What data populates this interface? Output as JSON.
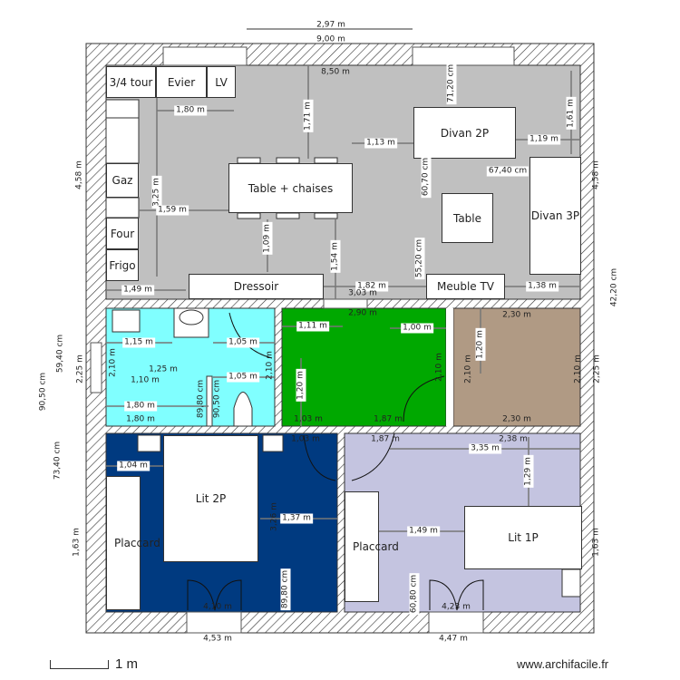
{
  "colors": {
    "living": "#c0c0c0",
    "bathroom": "#80ffff",
    "office": "#00a800",
    "room_brown": "#b09a84",
    "bedroom_2p": "#003a80",
    "bedroom_1p": "#c4c4e0",
    "wall_hatch": "#333333"
  },
  "rooms": {
    "furniture": [
      {
        "label": "3/4 tour"
      },
      {
        "label": "Evier"
      },
      {
        "label": "LV"
      },
      {
        "label": "Gaz"
      },
      {
        "label": "Four"
      },
      {
        "label": "Frigo"
      },
      {
        "label": "Table + chaises"
      },
      {
        "label": "Divan 2P"
      },
      {
        "label": "Table"
      },
      {
        "label": "Divan 3P"
      },
      {
        "label": "Dressoir"
      },
      {
        "label": "Meuble TV"
      },
      {
        "label": "Lit 2P"
      },
      {
        "label": "Placcard"
      },
      {
        "label": "Placcard"
      },
      {
        "label": "Lit 1P"
      }
    ]
  },
  "dimensions": [
    "2,97 m",
    "9,00 m",
    "8,50 m",
    "71,20 cm",
    "1,71 m",
    "1,80 m",
    "1,61 m",
    "1,13 m",
    "1,19 m",
    "3,25 m",
    "1,59 m",
    "60,70 cm",
    "67,40 cm",
    "4,58 m",
    "4,58 m",
    "1,09 m",
    "1,54 m",
    "55,20 cm",
    "1,49 m",
    "1,82 m",
    "3,03 m",
    "1,38 m",
    "42,20 cm",
    "2,90 m",
    "1,11 m",
    "1,00 m",
    "2,30 m",
    "1,20 m",
    "1,15 m",
    "1,05 m",
    "59,40 cm",
    "2,25 m",
    "2,10 m",
    "1,25 m",
    "1,10 m",
    "1,05 m",
    "90,50 cm",
    "1,80 m",
    "1,80 m",
    "89,80 cm",
    "90,50 cm",
    "2,10 m",
    "1,20 m",
    "2,10 m",
    "1,03 m",
    "1,87 m",
    "2,10 m",
    "2,10 m",
    "2,30 m",
    "2,25 m",
    "1,03 m",
    "1,87 m",
    "2,38 m",
    "3,35 m",
    "73,40 cm",
    "1,04 m",
    "1,29 m",
    "1,37 m",
    "3,26 m",
    "1,63 m",
    "1,49 m",
    "1,63 m",
    "89,80 cm",
    "60,80 cm",
    "4,10 m",
    "4,23 m",
    "4,53 m",
    "4,47 m"
  ],
  "scale": {
    "label": "1 m"
  },
  "watermark": "www.archifacile.fr"
}
